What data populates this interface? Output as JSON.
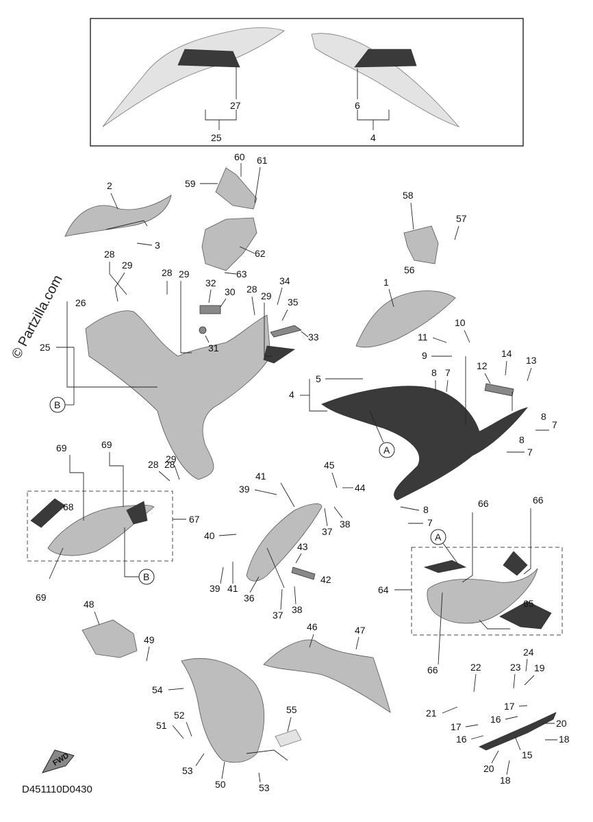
{
  "watermark": "© Partzilla.com",
  "diagram_code": "D451110D0430",
  "fwd_label": "FWD",
  "callouts": {
    "a": "A",
    "b": "B"
  },
  "labels": {
    "n1": "1",
    "n2": "2",
    "n3": "3",
    "n4": "4",
    "n5": "5",
    "n6": "6",
    "n7": "7",
    "n8": "8",
    "n9": "9",
    "n10": "10",
    "n11": "11",
    "n12": "12",
    "n13": "13",
    "n14": "14",
    "n15": "15",
    "n16": "16",
    "n17": "17",
    "n18": "18",
    "n19": "19",
    "n20": "20",
    "n21": "21",
    "n22": "22",
    "n23": "23",
    "n24": "24",
    "n25": "25",
    "n26": "26",
    "n27": "27",
    "n28": "28",
    "n29": "29",
    "n30": "30",
    "n31": "31",
    "n32": "32",
    "n33": "33",
    "n34": "34",
    "n35": "35",
    "n36": "36",
    "n37": "37",
    "n38": "38",
    "n39": "39",
    "n40": "40",
    "n41": "41",
    "n42": "42",
    "n43": "43",
    "n44": "44",
    "n45": "45",
    "n46": "46",
    "n47": "47",
    "n48": "48",
    "n49": "49",
    "n50": "50",
    "n51": "51",
    "n52": "52",
    "n53": "53",
    "n54": "54",
    "n55": "55",
    "n56": "56",
    "n57": "57",
    "n58": "58",
    "n59": "59",
    "n60": "60",
    "n61": "61",
    "n62": "62",
    "n63": "63",
    "n64": "64",
    "n65": "65",
    "n66": "66",
    "n67": "67",
    "n68": "68",
    "n69": "69"
  }
}
